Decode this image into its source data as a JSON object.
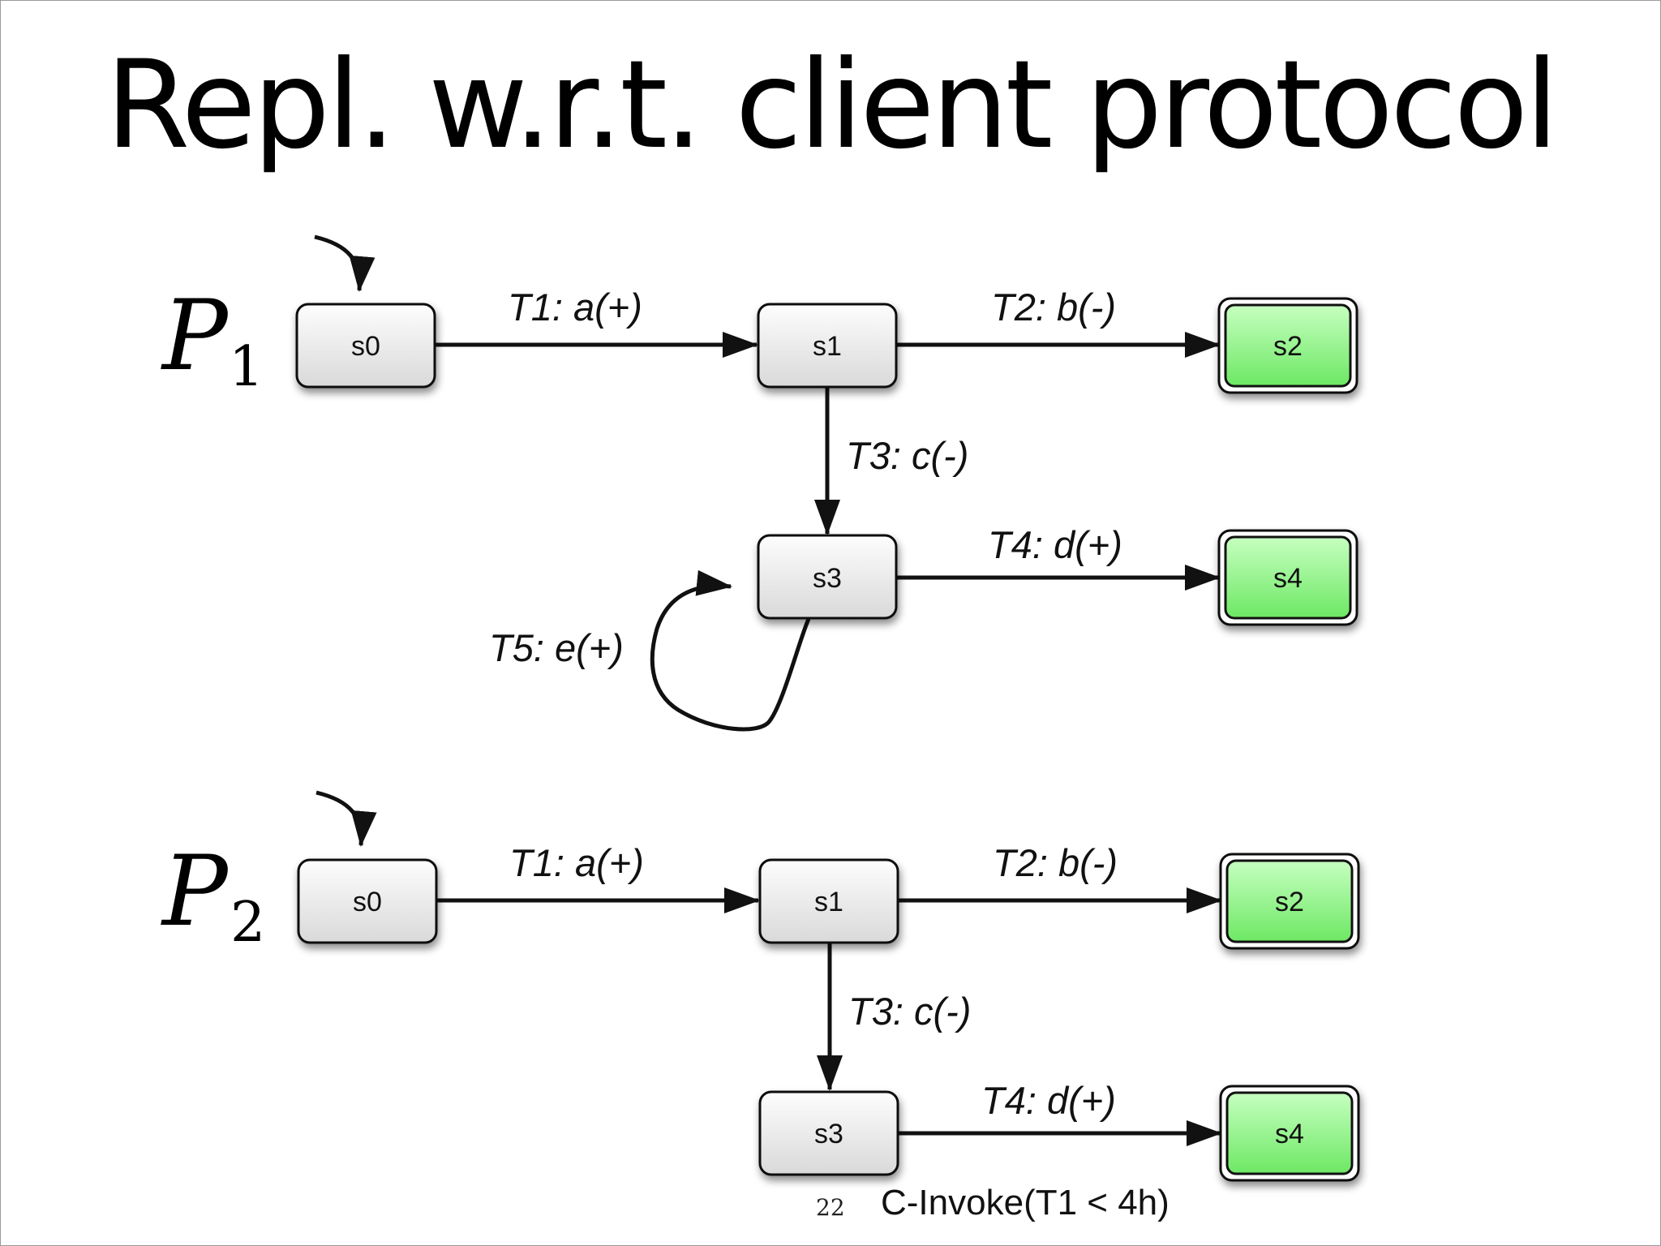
{
  "slide": {
    "title": "Repl. w.r.t. client protocol",
    "page_number": "22",
    "footer_note": "C-Invoke(T1 < 4h)"
  },
  "protocol_1": {
    "letter": "P",
    "subscript": "1",
    "states": {
      "s0": "s0",
      "s1": "s1",
      "s2": "s2",
      "s3": "s3",
      "s4": "s4"
    },
    "transitions": {
      "t1": "T1: a(+)",
      "t2": "T2: b(-)",
      "t3": "T3: c(-)",
      "t4": "T4: d(+)",
      "t5": "T5: e(+)"
    }
  },
  "protocol_2": {
    "letter": "P",
    "subscript": "2",
    "states": {
      "s0": "s0",
      "s1": "s1",
      "s2": "s2",
      "s3": "s3",
      "s4": "s4"
    },
    "transitions": {
      "t1": "T1: a(+)",
      "t2": "T2: b(-)",
      "t3": "T3: c(-)",
      "t4": "T4: d(+)"
    }
  },
  "colors": {
    "state_fill_top": "#fdfdfd",
    "state_fill_bottom": "#d9d9d9",
    "final_fill_top": "#c6ffc0",
    "final_fill_bottom": "#6de864",
    "stroke": "#111111"
  }
}
